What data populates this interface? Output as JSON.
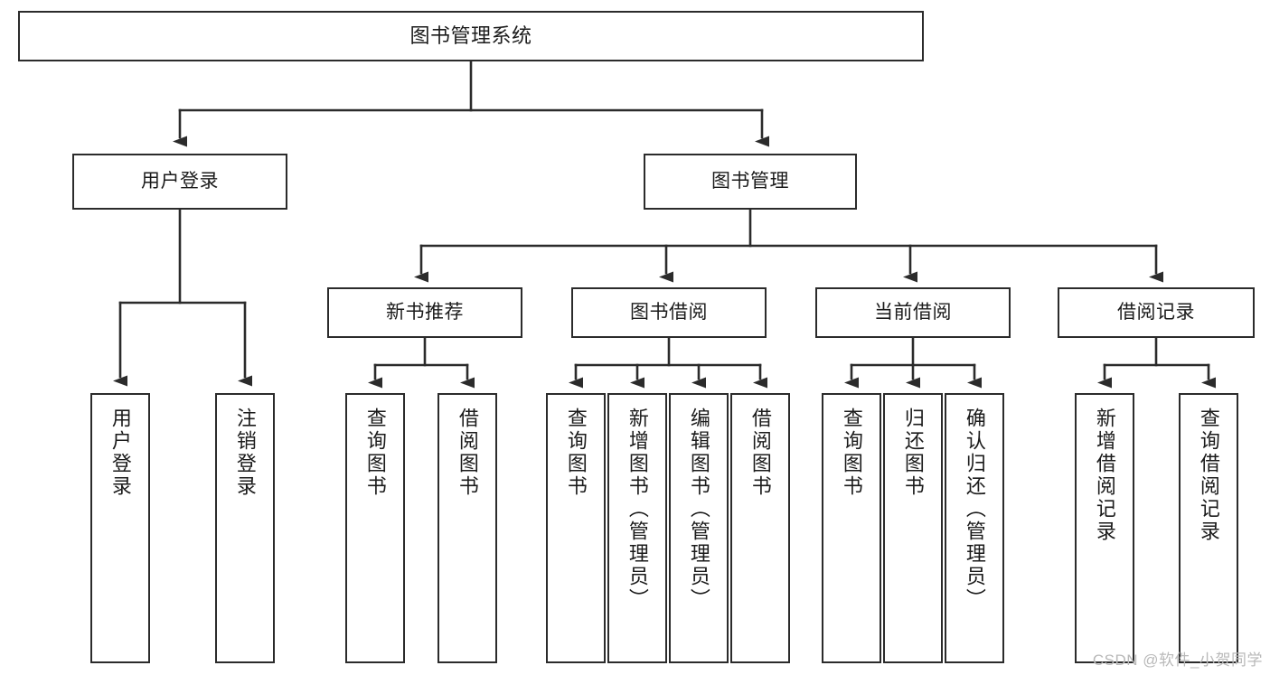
{
  "diagram": {
    "title": "图书管理系统",
    "type": "tree",
    "orientation": "top-down",
    "colors": {
      "background": "#ffffff",
      "node_border": "#2b2b2b",
      "node_fill": "#ffffff",
      "connector": "#2b2b2b",
      "text": "#1b1b1b",
      "watermark": "#b9b9b9"
    }
  },
  "watermark": {
    "text": "CSDN @软件_小贺同学"
  },
  "nodes": {
    "root": {
      "label": "图书管理系统",
      "level": 0,
      "text_orientation": "horizontal"
    },
    "level1": [
      {
        "id": "user-login",
        "label": "用户登录",
        "text_orientation": "horizontal"
      },
      {
        "id": "book-manage",
        "label": "图书管理",
        "text_orientation": "horizontal"
      }
    ],
    "level2": [
      {
        "id": "new-book-recommend",
        "label": "新书推荐",
        "parent": "book-manage",
        "text_orientation": "horizontal"
      },
      {
        "id": "book-borrow",
        "label": "图书借阅",
        "parent": "book-manage",
        "text_orientation": "horizontal"
      },
      {
        "id": "current-borrow",
        "label": "当前借阅",
        "parent": "book-manage",
        "text_orientation": "horizontal"
      },
      {
        "id": "borrow-record",
        "label": "借阅记录",
        "parent": "book-manage",
        "text_orientation": "horizontal"
      }
    ],
    "leaves": [
      {
        "id": "leaf-user-login",
        "label": "用户登录",
        "parent": "user-login",
        "text_orientation": "vertical"
      },
      {
        "id": "leaf-user-logout",
        "label": "注销登录",
        "parent": "user-login",
        "text_orientation": "vertical"
      },
      {
        "id": "leaf-recommend-query",
        "label": "查询图书",
        "parent": "new-book-recommend",
        "text_orientation": "vertical"
      },
      {
        "id": "leaf-recommend-borrow",
        "label": "借阅图书",
        "parent": "new-book-recommend",
        "text_orientation": "vertical"
      },
      {
        "id": "leaf-borrow-query",
        "label": "查询图书",
        "parent": "book-borrow",
        "text_orientation": "vertical"
      },
      {
        "id": "leaf-borrow-add",
        "label": "新增图书（管理员）",
        "parent": "book-borrow",
        "text_orientation": "vertical"
      },
      {
        "id": "leaf-borrow-edit",
        "label": "编辑图书（管理员）",
        "parent": "book-borrow",
        "text_orientation": "vertical"
      },
      {
        "id": "leaf-borrow-lend",
        "label": "借阅图书",
        "parent": "book-borrow",
        "text_orientation": "vertical"
      },
      {
        "id": "leaf-current-query",
        "label": "查询图书",
        "parent": "current-borrow",
        "text_orientation": "vertical"
      },
      {
        "id": "leaf-current-return",
        "label": "归还图书",
        "parent": "current-borrow",
        "text_orientation": "vertical"
      },
      {
        "id": "leaf-current-confirm",
        "label": "确认归还（管理员）",
        "parent": "current-borrow",
        "text_orientation": "vertical"
      },
      {
        "id": "leaf-record-add",
        "label": "新增借阅记录",
        "parent": "borrow-record",
        "text_orientation": "vertical"
      },
      {
        "id": "leaf-record-query",
        "label": "查询借阅记录",
        "parent": "borrow-record",
        "text_orientation": "vertical"
      }
    ]
  }
}
